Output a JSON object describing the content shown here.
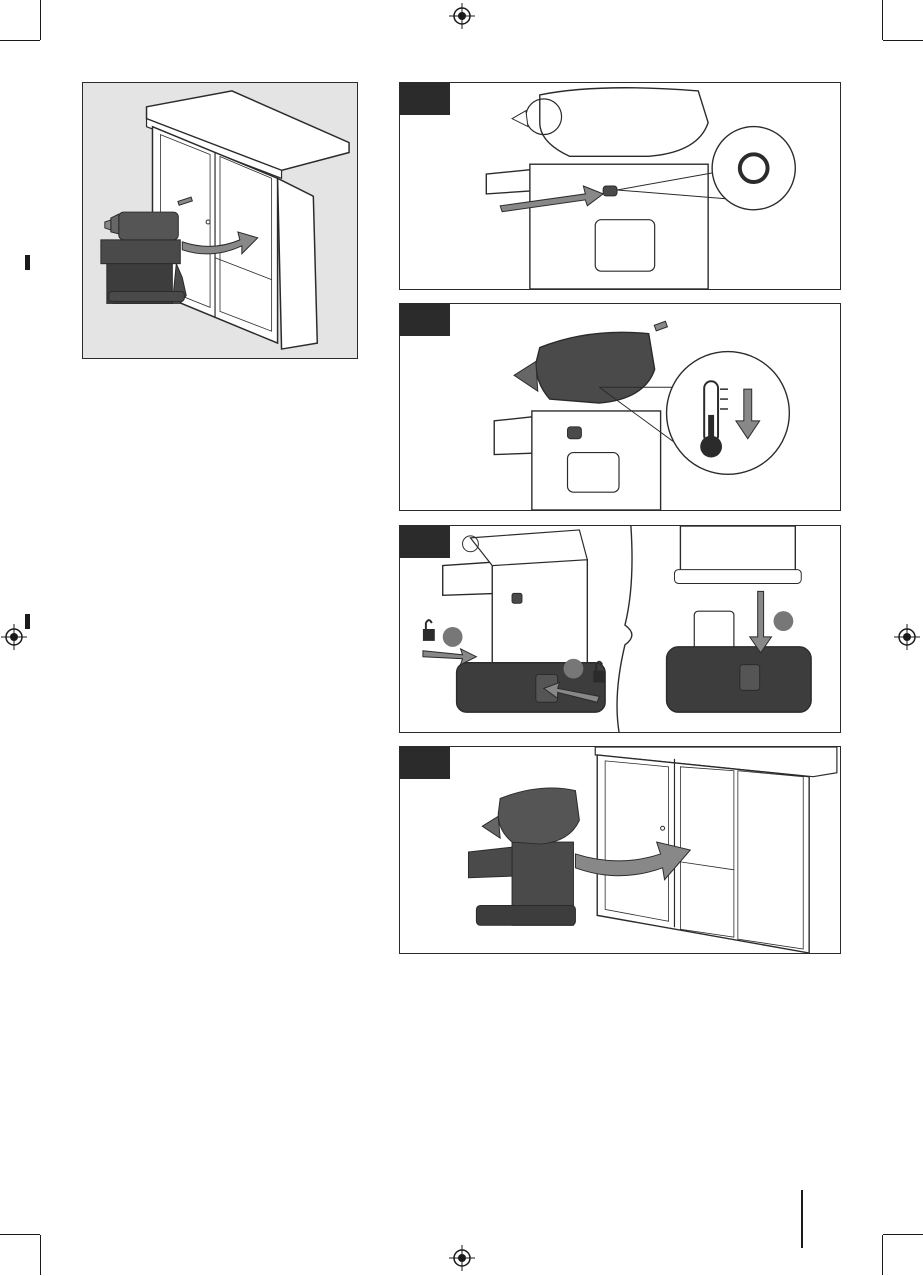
{
  "page": {
    "figures": [
      {
        "name": "storage-cabinet-figure"
      },
      {
        "name": "step-switch-off"
      },
      {
        "name": "step-cool-down"
      },
      {
        "name": "step-remove-battery"
      },
      {
        "name": "step-store"
      }
    ],
    "icons": [
      "registration-mark-icon",
      "power-symbol-icon",
      "thermometer-icon",
      "arrow-down-icon",
      "unlock-icon"
    ],
    "colors": {
      "ink": "#2b2b2b",
      "fig_bg": "#e4e4e4",
      "tool_dark": "#4a4a4a",
      "circle_marker": "#777777"
    }
  }
}
